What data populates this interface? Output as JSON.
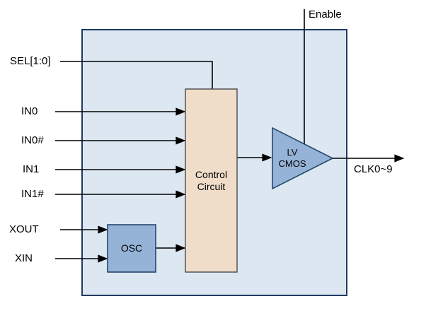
{
  "diagram": {
    "enable_label": "Enable",
    "sel_label": "SEL[1:0]",
    "inputs": [
      "IN0",
      "IN0#",
      "IN1",
      "IN1#"
    ],
    "xout_label": "XOUT",
    "xin_label": "XIN",
    "control_circuit_label": "Control\nCircuit",
    "osc_label": "OSC",
    "buffer_label": "LV\nCMOS",
    "output_label": "CLK0~9",
    "colors": {
      "chip_fill": "#dce7f2",
      "chip_stroke": "#1f3b60",
      "control_fill": "#efddca",
      "control_stroke": "#4a4a4a",
      "osc_fill": "#95b3d7",
      "osc_stroke": "#24476e",
      "buffer_fill": "#95b3d7",
      "buffer_stroke": "#24476e",
      "wire": "#000000"
    }
  }
}
